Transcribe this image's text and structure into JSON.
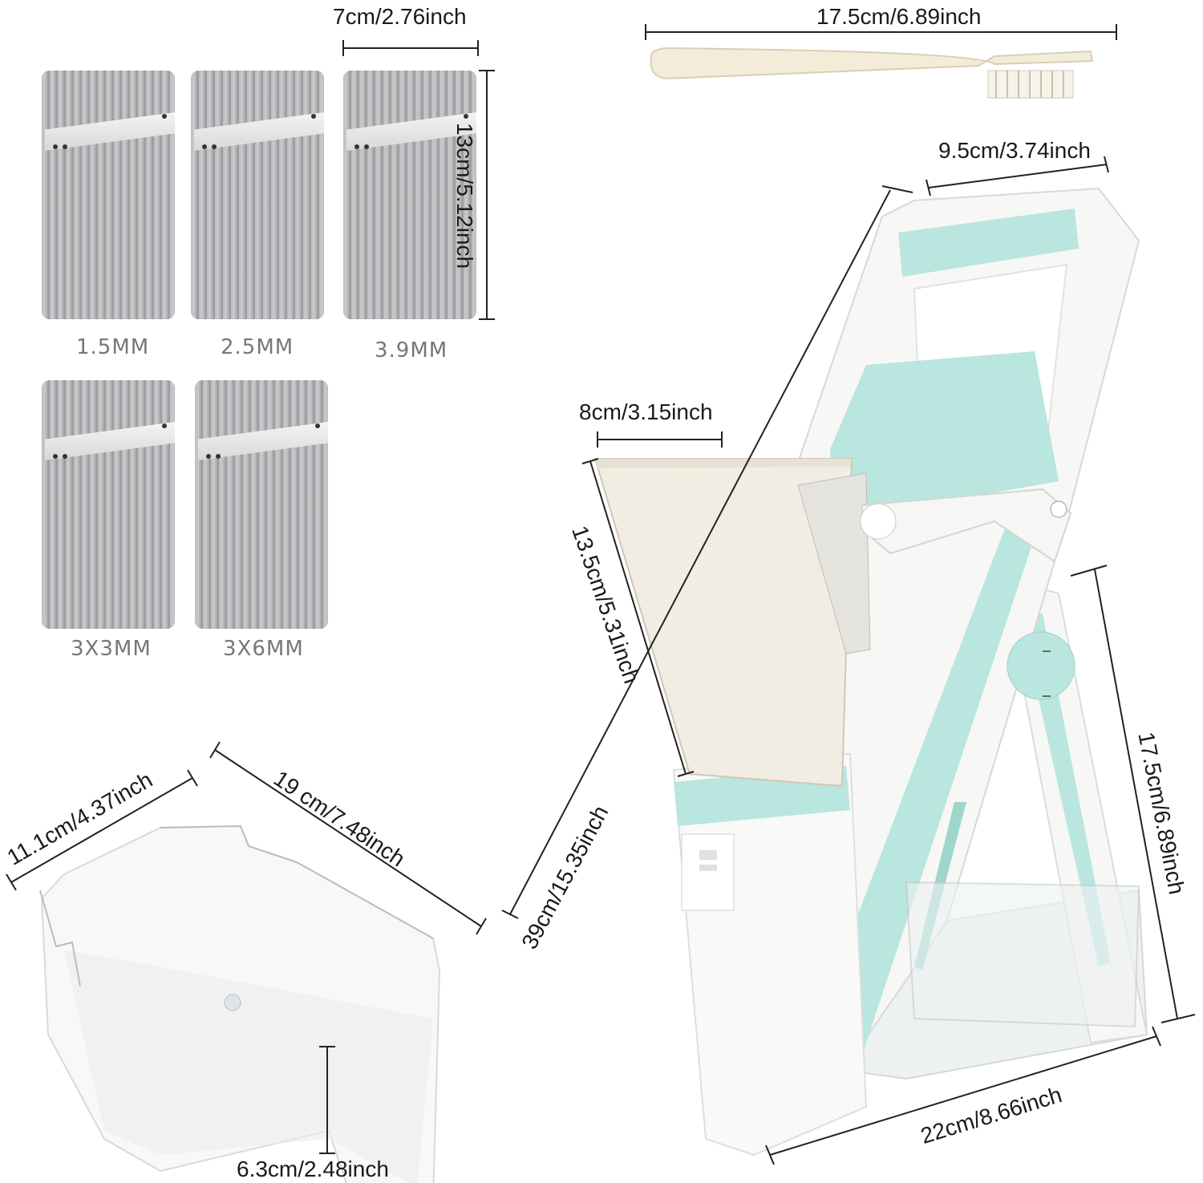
{
  "blades": [
    {
      "label": "1.5MM"
    },
    {
      "label": "2.5MM"
    },
    {
      "label": "3.9MM"
    },
    {
      "label": "3X3MM"
    },
    {
      "label": "3X6MM"
    }
  ],
  "dimensions": {
    "blade_width": "7cm/2.76inch",
    "blade_height": "13cm/5.12inch",
    "brush_length": "17.5cm/6.89inch",
    "top_width": "9.5cm/3.74inch",
    "hopper_width": "8cm/3.15inch",
    "hopper_height": "13.5cm/5.31inch",
    "total_height": "39cm/15.35inch",
    "stand_height": "17.5cm/6.89inch",
    "base_depth": "22cm/8.66inch",
    "tray_width": "11.1cm/4.37inch",
    "tray_length": "19 cm/7.48inch",
    "tray_height": "6.3cm/2.48inch"
  },
  "colors": {
    "mint": "#b9e6df",
    "white_body": "#f7f7f5",
    "blade_gray": "#a9a9ac"
  }
}
